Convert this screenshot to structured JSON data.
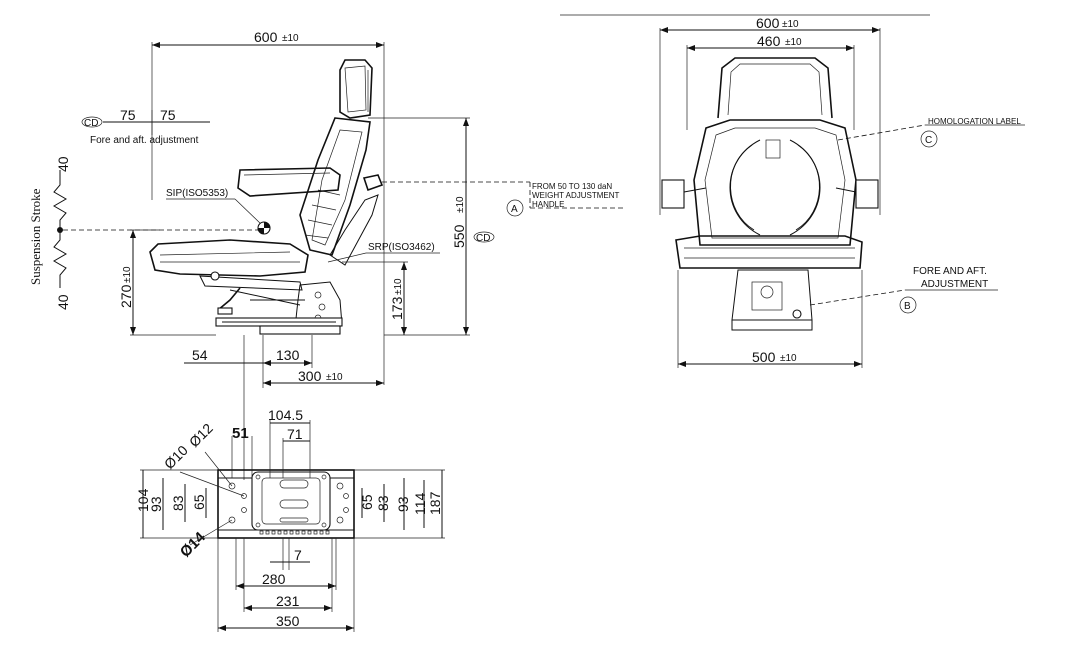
{
  "side_view": {
    "width_dim": "600",
    "width_tol": "±10",
    "fore_aft": {
      "marker": "CD",
      "left": "75",
      "right": "75",
      "label": "Fore and aft. adjustment"
    },
    "suspension": {
      "label": "Suspension Stroke",
      "up": "40",
      "down": "40"
    },
    "sip_label": "SIP(ISO5353)",
    "srp_label": "SRP(ISO3462)",
    "height_dim": "550",
    "height_tol": "±10",
    "height_marker": "CD",
    "seat_height_dim": "270",
    "seat_height_tol": "±10",
    "base_height_dim": "173",
    "base_height_tol": "±10",
    "offset_54": "54",
    "offset_130": "130",
    "depth_dim": "300",
    "depth_tol": "±10",
    "weight_note": {
      "marker": "A",
      "line1": "FROM 50 TO 130 daN",
      "line2": "WEIGHT ADJUSTMENT",
      "line3": "HANDLE"
    }
  },
  "front_view": {
    "outer_width": "600",
    "outer_tol": "±10",
    "back_width": "460",
    "back_tol": "±10",
    "base_width": "500",
    "base_tol": "±10",
    "homologation": {
      "marker": "C",
      "label": "HOMOLOGATION LABEL"
    },
    "fore_aft": {
      "marker": "B",
      "line1": "FORE AND AFT.",
      "line2": "ADJUSTMENT"
    }
  },
  "base_plate": {
    "d_104_5": "104.5",
    "d_71": "71",
    "d_51": "51",
    "dia_12": "Ø12",
    "dia_10": "Ø10",
    "dia_14": "Ø14",
    "left_104": "104",
    "left_93": "93",
    "left_83": "83",
    "left_65": "65",
    "right_65": "65",
    "right_83": "83",
    "right_93": "93",
    "right_114": "114",
    "right_187": "187",
    "d_7": "7",
    "d_280": "280",
    "d_231": "231",
    "d_350": "350"
  }
}
